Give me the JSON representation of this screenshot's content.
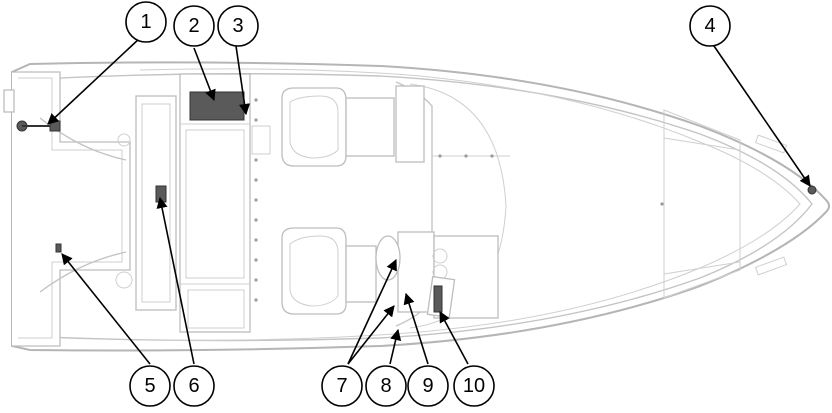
{
  "callouts": [
    {
      "id": "1",
      "label": "1"
    },
    {
      "id": "2",
      "label": "2"
    },
    {
      "id": "3",
      "label": "3"
    },
    {
      "id": "4",
      "label": "4"
    },
    {
      "id": "5",
      "label": "5"
    },
    {
      "id": "6",
      "label": "6"
    },
    {
      "id": "7",
      "label": "7"
    },
    {
      "id": "8",
      "label": "8"
    },
    {
      "id": "9",
      "label": "9"
    },
    {
      "id": "10",
      "label": "10"
    }
  ],
  "colors": {
    "outline": "#b5b5b5",
    "callout": "#000000",
    "component": "#5a5a5a"
  }
}
